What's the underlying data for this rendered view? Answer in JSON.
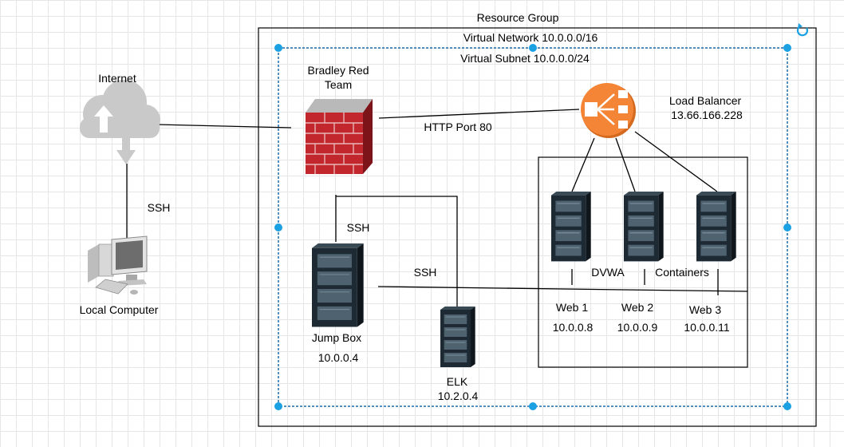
{
  "resource_group": {
    "label": "Resource Group"
  },
  "virtual_network": {
    "label": "Virtual Network 10.0.0.0/16"
  },
  "virtual_subnet": {
    "label": "Virtual Subnet 10.0.0.0/24"
  },
  "internet": {
    "label": "Internet"
  },
  "firewall": {
    "label_line1": "Bradley Red",
    "label_line2": "Team"
  },
  "load_balancer": {
    "label": "Load Balancer",
    "ip": "13.66.166.228"
  },
  "local_computer": {
    "label": "Local Computer"
  },
  "jump_box": {
    "label": "Jump Box",
    "ip": "10.0.0.4"
  },
  "elk": {
    "label": "ELK",
    "ip": "10.2.0.4"
  },
  "containers": {
    "dvwa_label": "DVWA",
    "label": "Containers"
  },
  "web_servers": [
    {
      "name": "Web 1",
      "ip": "10.0.0.8"
    },
    {
      "name": "Web 2",
      "ip": "10.0.0.9"
    },
    {
      "name": "Web 3",
      "ip": "10.0.0.11"
    }
  ],
  "connections": {
    "http_label": "HTTP Port 80",
    "ssh_internet_label": "SSH",
    "ssh_jump_label": "SSH",
    "ssh_web_label": "SSH"
  },
  "colors": {
    "selection_blue": "#1ba1e2",
    "dashed_blue": "#1b6ca8",
    "load_balancer_orange": "#f58536",
    "firewall_red": "#c1272d",
    "server_dark": "#1e2a33"
  },
  "icons": [
    "cloud-upload-icon",
    "firewall-brick-icon",
    "load-balancer-icon",
    "server-rack-icon",
    "desktop-computer-icon",
    "refresh-icon"
  ]
}
